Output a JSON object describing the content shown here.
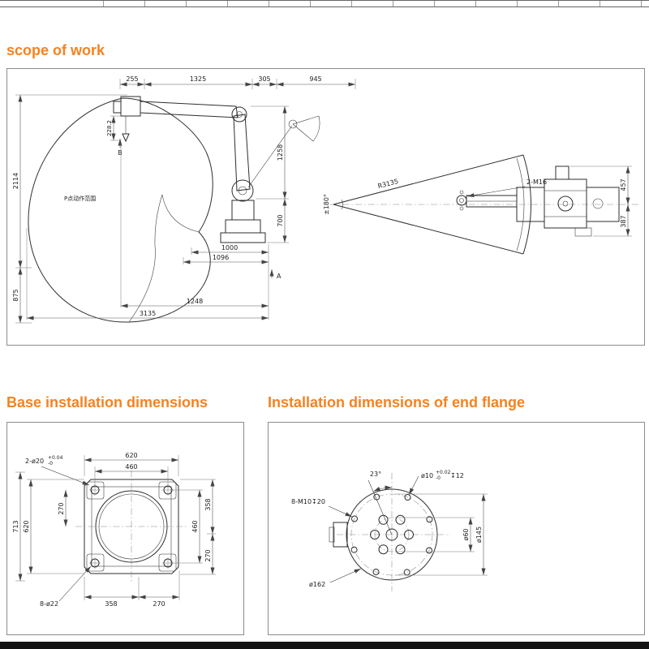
{
  "accent": "#f58220",
  "headings": {
    "scope": "scope of work",
    "base": "Base installation dimensions",
    "flange": "Installation dimensions of end flange"
  },
  "scope": {
    "top_dims": [
      "255",
      "1325",
      "305",
      "945"
    ],
    "dim_2114": "2114",
    "dim_875": "875",
    "dim_228": "228.2",
    "dim_1258": "1258",
    "dim_700": "700",
    "dim_1000": "1000",
    "dim_1096": "1096",
    "dim_1248": "1248",
    "dim_3135": "3135",
    "envelope_label": "P点动作范围",
    "marker_a": "A",
    "marker_b": "B",
    "rotation": "±180°",
    "radius": "R3135",
    "bolt_callout": "2-M16",
    "dim_457": "457",
    "dim_387": "387"
  },
  "base": {
    "hole_callout": "2-ø20",
    "hole_tol_plus": "+0.04",
    "hole_tol_minus": "-0",
    "dim_top_620": "620",
    "dim_top_460": "460",
    "dim_left_713": "713",
    "dim_left_620": "620",
    "dim_left_270": "270",
    "dim_right_358": "358",
    "dim_right_460": "460",
    "dim_right_270": "270",
    "corner_callout": "8-ø22",
    "dim_bottom_358": "358",
    "dim_bottom_270": "270"
  },
  "flange": {
    "angle": "23°",
    "hole_dia": "ø10",
    "hole_tol_plus": "+0.02",
    "hole_tol_minus": "-0",
    "hole_depth": "↧12",
    "tap_callout": "8-M10↧20",
    "dia_60": "ø60",
    "dia_145": "ø145",
    "dia_162": "ø162"
  }
}
